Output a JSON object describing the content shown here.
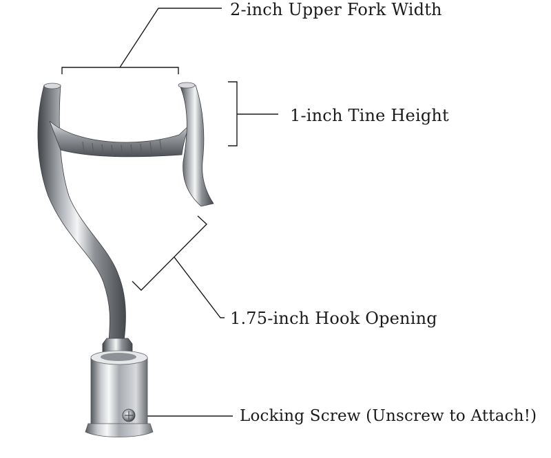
{
  "annotations": {
    "upper_fork_width": "2-inch Upper Fork Width",
    "tine_height": "1-inch Tine Height",
    "hook_opening": "1.75-inch Hook Opening",
    "locking_screw": "Locking Screw (Unscrew to Attach!)"
  },
  "colors": {
    "line": "#1a1a1a",
    "metal_dark": "#4a4d52",
    "metal_mid": "#9fa3a8",
    "metal_light": "#f2f3f4"
  }
}
